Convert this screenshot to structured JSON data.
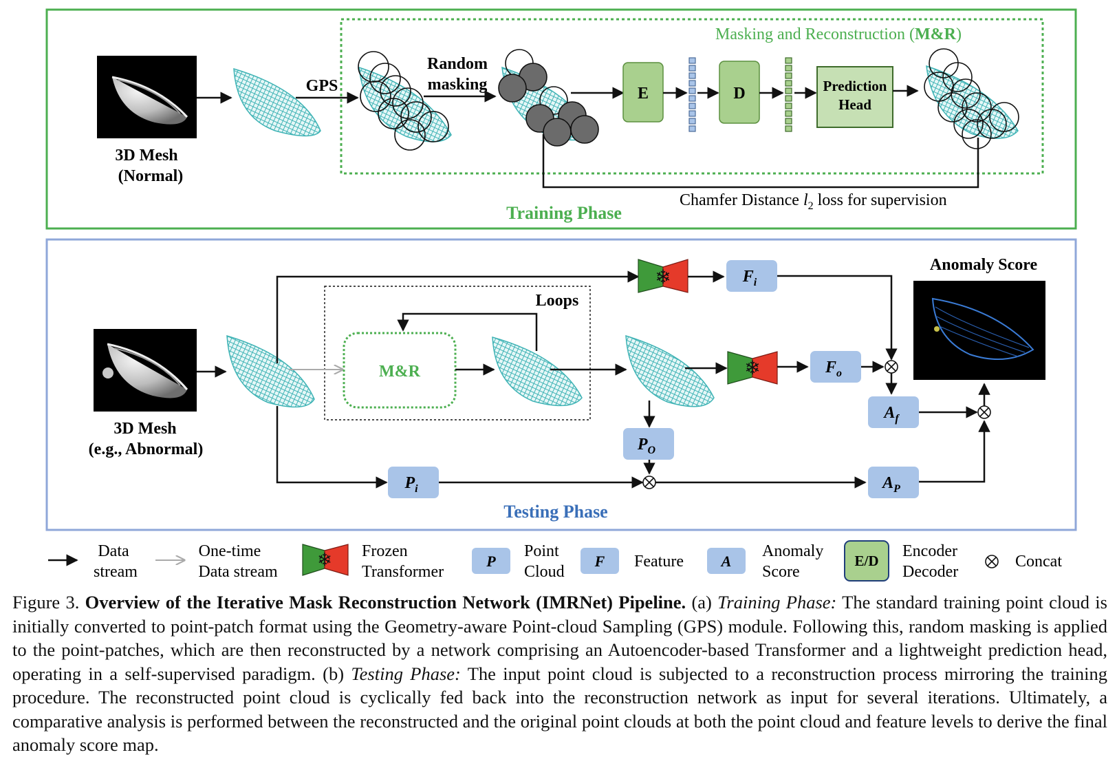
{
  "training": {
    "phase_label": "Training Phase",
    "mr_title_prefix": "Masking and Reconstruction (",
    "mr_title_bold": "M&R",
    "mr_title_suffix": ")",
    "mesh_label_1": "3D Mesh",
    "mesh_label_2": "(Normal)",
    "gps_label": "GPS",
    "random_masking_1": "Random",
    "random_masking_2": "masking",
    "encoder": "E",
    "decoder": "D",
    "pred_head_1": "Prediction",
    "pred_head_2": "Head",
    "chamfer_pre": "Chamfer Distance ",
    "chamfer_l": "l",
    "chamfer_sub": "2",
    "chamfer_post": " loss for supervision"
  },
  "testing": {
    "phase_label": "Testing Phase",
    "mesh_label_1": "3D Mesh",
    "mesh_label_2": "(e.g., Abnormal)",
    "loops_label": "Loops",
    "mr_label": "M&R",
    "anomaly_score_label": "Anomaly Score",
    "fi": {
      "main": "F",
      "sub": "i"
    },
    "fo": {
      "main": "F",
      "sub": "o"
    },
    "po": {
      "main": "P",
      "sub": "O"
    },
    "pi": {
      "main": "P",
      "sub": "i"
    },
    "af": {
      "main": "A",
      "sub": "f"
    },
    "ap": {
      "main": "A",
      "sub": "P"
    }
  },
  "legend": {
    "data_stream_1": "Data",
    "data_stream_2": "stream",
    "onetime_1": "One-time",
    "onetime_2": "Data stream",
    "frozen_1": "Frozen",
    "frozen_2": "Transformer",
    "p_symbol": "P",
    "point_1": "Point",
    "point_2": "Cloud",
    "f_symbol": "F",
    "feature": "Feature",
    "a_symbol": "A",
    "anomaly_1": "Anomaly",
    "anomaly_2": "Score",
    "ed_symbol": "E/D",
    "encdec_1": "Encoder",
    "encdec_2": "Decoder",
    "concat": "Concat"
  },
  "caption": {
    "fig_label": "Figure 3.",
    "title": "Overview of the Iterative Mask Reconstruction Network (IMRNet) Pipeline.",
    "part_a": "(a)",
    "training_phase": "Training Phase:",
    "text_a": "The standard training point cloud is initially converted to point-patch format using the Geometry-aware Point-cloud Sampling (GPS) module. Following this, random masking is applied to the point-patches, which are then reconstructed by a network comprising an Autoencoder-based Transformer and a lightweight prediction head, operating in a self-supervised paradigm.",
    "part_b": "(b)",
    "testing_phase": "Testing Phase:",
    "text_b": "The input point cloud is subjected to a reconstruction process mirroring the training procedure. The reconstructed point cloud is cyclically fed back into the reconstruction network as input for several iterations. Ultimately, a comparative analysis is performed between the reconstructed and the original point clouds at both the point cloud and feature levels to derive the final anomaly score map."
  },
  "colors": {
    "training_green": "#4caf50",
    "testing_blue": "#8fa7d9",
    "testing_label_blue": "#3a6fb8",
    "module_green": "#a9d08e",
    "node_blue": "#a9c4e8",
    "frozen_green": "#3f9a3a",
    "frozen_red": "#e53a2a",
    "mesh_teal": "#5cc7c9"
  }
}
